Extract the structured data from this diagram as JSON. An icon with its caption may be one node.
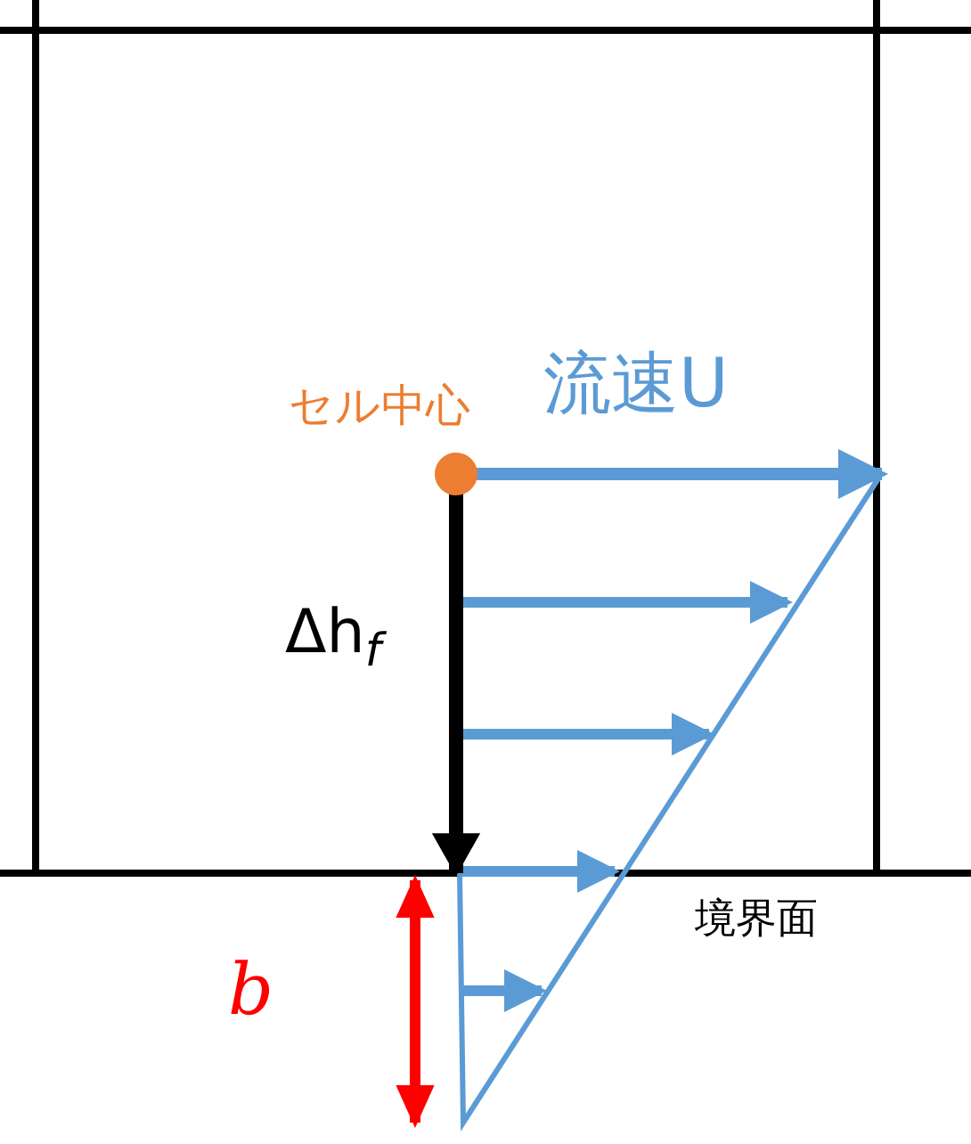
{
  "diagram": {
    "labels": [
      "セル中心",
      "流速U",
      "Δh$_{f}$",
      "境界面",
      "b"
    ]
  }
}
